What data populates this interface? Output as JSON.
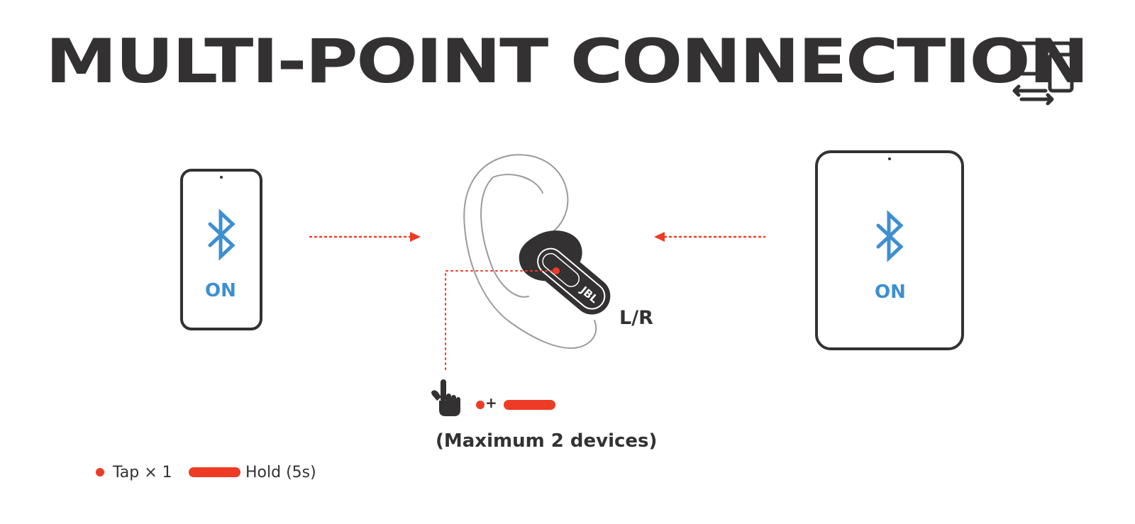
{
  "title": "MULTI-POINT CONNECTION",
  "colors": {
    "dark": "#333132",
    "accent": "#ee3b26",
    "bluetooth": "#3d8fd1",
    "ear_outline": "#9b9b9b"
  },
  "icons": [
    "multi-device-icon",
    "bluetooth-icon",
    "hand-tap-icon"
  ],
  "left_device": {
    "type": "phone",
    "status": "ON"
  },
  "right_device": {
    "type": "tablet",
    "status": "ON"
  },
  "earbud": {
    "brand": "JBL",
    "side_label": "L/R"
  },
  "gesture": {
    "plus": "+"
  },
  "note": "(Maximum 2 devices)",
  "legend": {
    "tap": "Tap × 1",
    "hold": "Hold (5s)"
  }
}
